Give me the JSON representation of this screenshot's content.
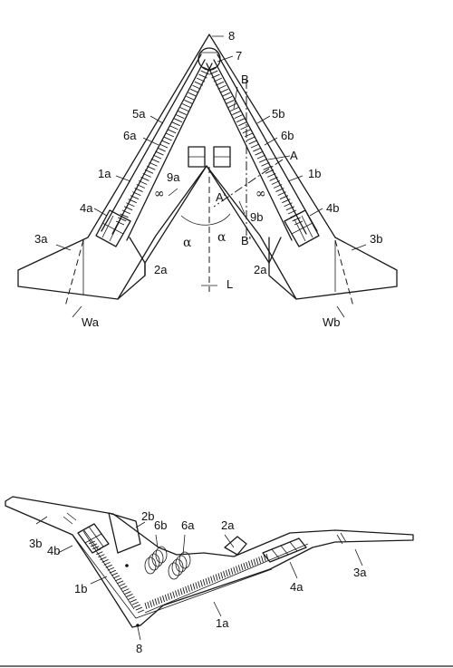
{
  "top_view": {
    "labels": {
      "n8": "8",
      "n7": "7",
      "B": "B",
      "n5a": "5a",
      "n5b": "5b",
      "n6a": "6a",
      "n6b": "6b",
      "A": "A",
      "n1a": "1a",
      "n1b": "1b",
      "n9a": "9a",
      "A_prime": "A'",
      "n4a": "4a",
      "n4b": "4b",
      "n9b": "9b",
      "B_prime": "B'",
      "n3a": "3a",
      "n3b": "3b",
      "alpha_left": "α",
      "alpha_right": "α",
      "n2a_left": "2a",
      "n2a_right": "2a",
      "L": "L",
      "Wa": "Wa",
      "Wb": "Wb",
      "inf_left": "∞",
      "inf_right": "∞"
    }
  },
  "perspective_view": {
    "labels": {
      "n2b": "2b",
      "n3b": "3b",
      "n6b": "6b",
      "n6a": "6a",
      "n2a": "2a",
      "n4b": "4b",
      "n3a": "3a",
      "n1b": "1b",
      "n4a": "4a",
      "n1a": "1a",
      "n8": "8"
    }
  }
}
